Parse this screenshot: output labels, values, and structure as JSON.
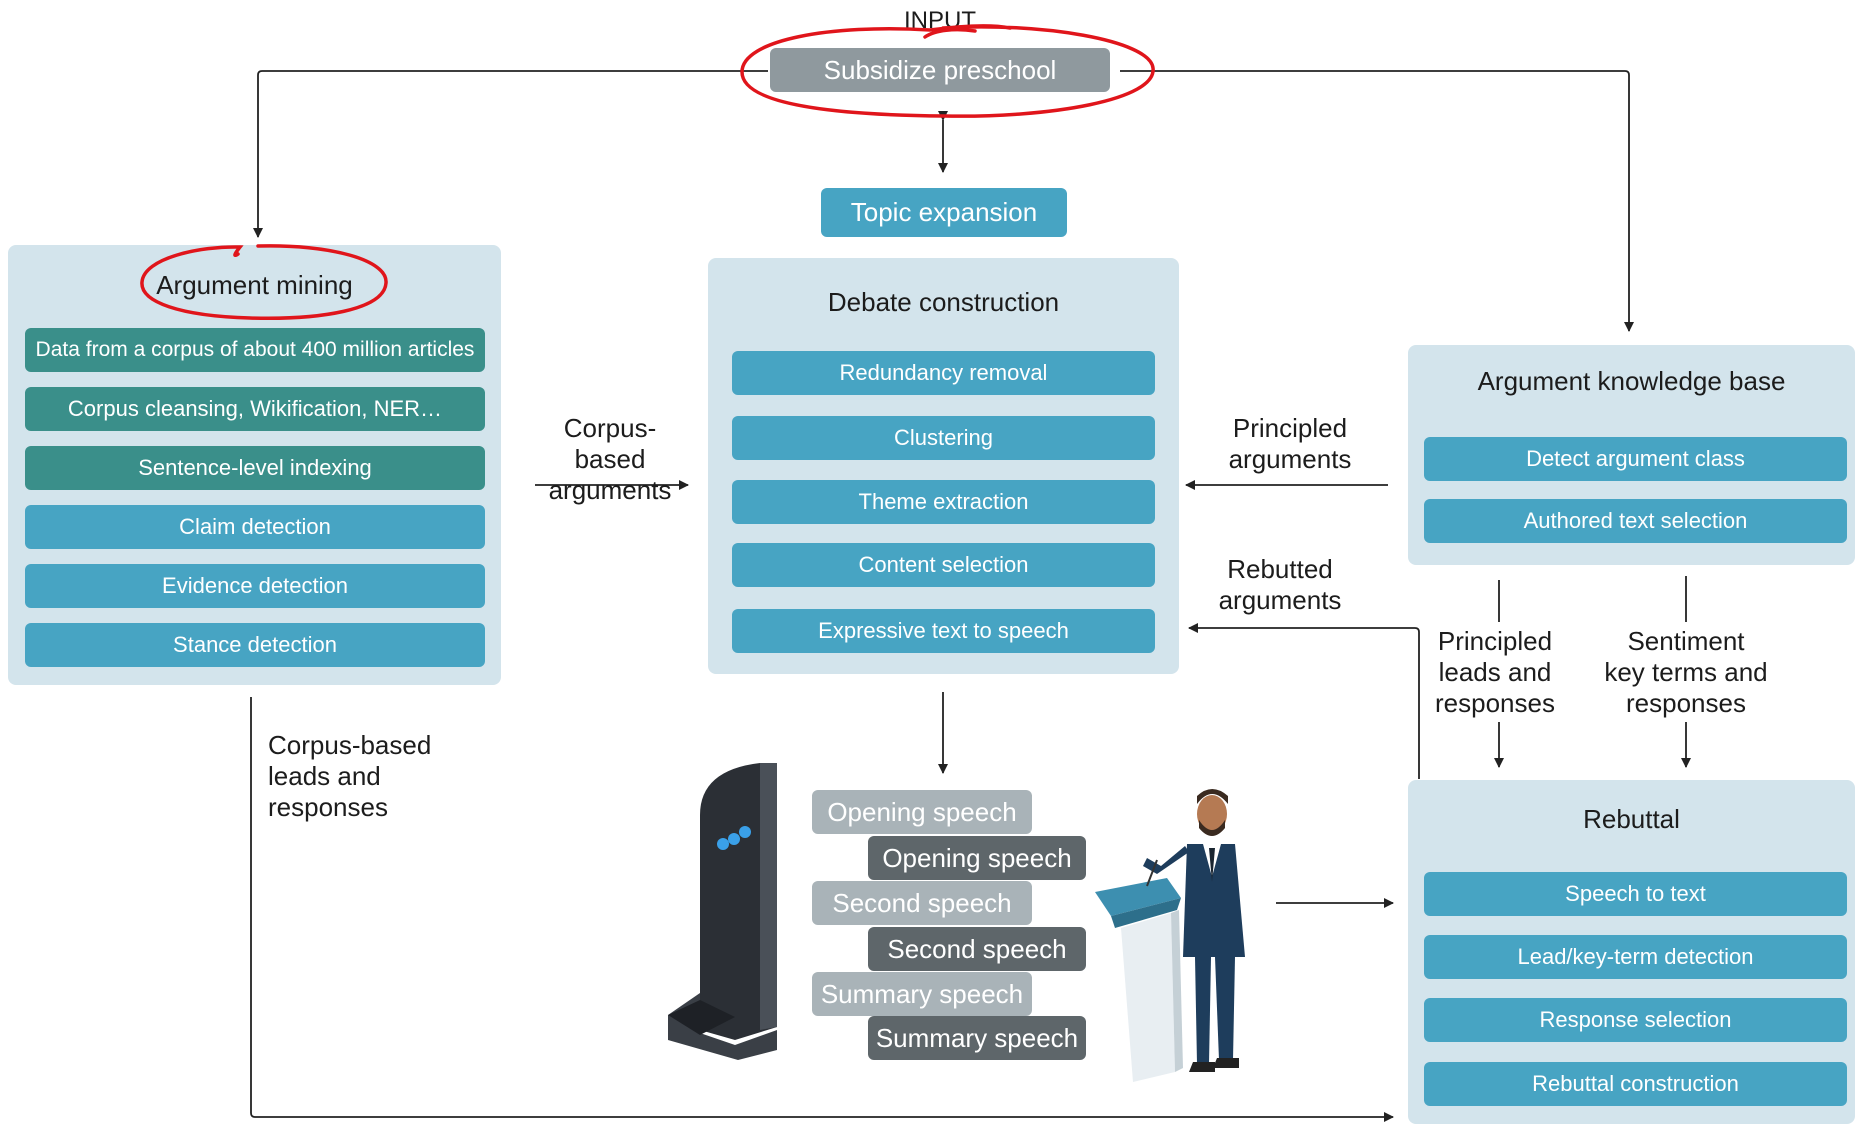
{
  "input_label": "INPUT",
  "input_box": "Subsidize preschool",
  "topic_expansion": "Topic expansion",
  "argument_mining": {
    "title": "Argument mining",
    "items": [
      "Data from a corpus of about 400 million articles",
      "Corpus cleansing, Wikification, NER…",
      "Sentence-level indexing",
      "Claim detection",
      "Evidence detection",
      "Stance detection"
    ]
  },
  "debate_construction": {
    "title": "Debate construction",
    "items": [
      "Redundancy removal",
      "Clustering",
      "Theme extraction",
      "Content selection",
      "Expressive text to speech"
    ]
  },
  "knowledge_base": {
    "title": "Argument knowledge base",
    "items": [
      "Detect argument class",
      "Authored text selection"
    ]
  },
  "rebuttal": {
    "title": "Rebuttal",
    "items": [
      "Speech to text",
      "Lead/key-term detection",
      "Response selection",
      "Rebuttal construction"
    ]
  },
  "edge_labels": {
    "corpus_based_arguments": [
      "Corpus-based",
      "arguments"
    ],
    "principled_arguments": [
      "Principled",
      "arguments"
    ],
    "rebutted_arguments": [
      "Rebutted",
      "arguments"
    ],
    "principled_leads": [
      "Principled",
      "leads and",
      "responses"
    ],
    "sentiment_terms": [
      "Sentiment",
      "key terms and",
      "responses"
    ],
    "corpus_leads": [
      "Corpus-based",
      "leads and",
      "responses"
    ]
  },
  "speeches": [
    "Opening speech",
    "Opening speech",
    "Second speech",
    "Second speech",
    "Summary speech",
    "Summary speech"
  ],
  "colors": {
    "panel": "#d3e4ec",
    "teal": "#3a8f8a",
    "blue": "#47a4c3",
    "grey": "#8f999e",
    "annotation_red": "#e0151b"
  }
}
